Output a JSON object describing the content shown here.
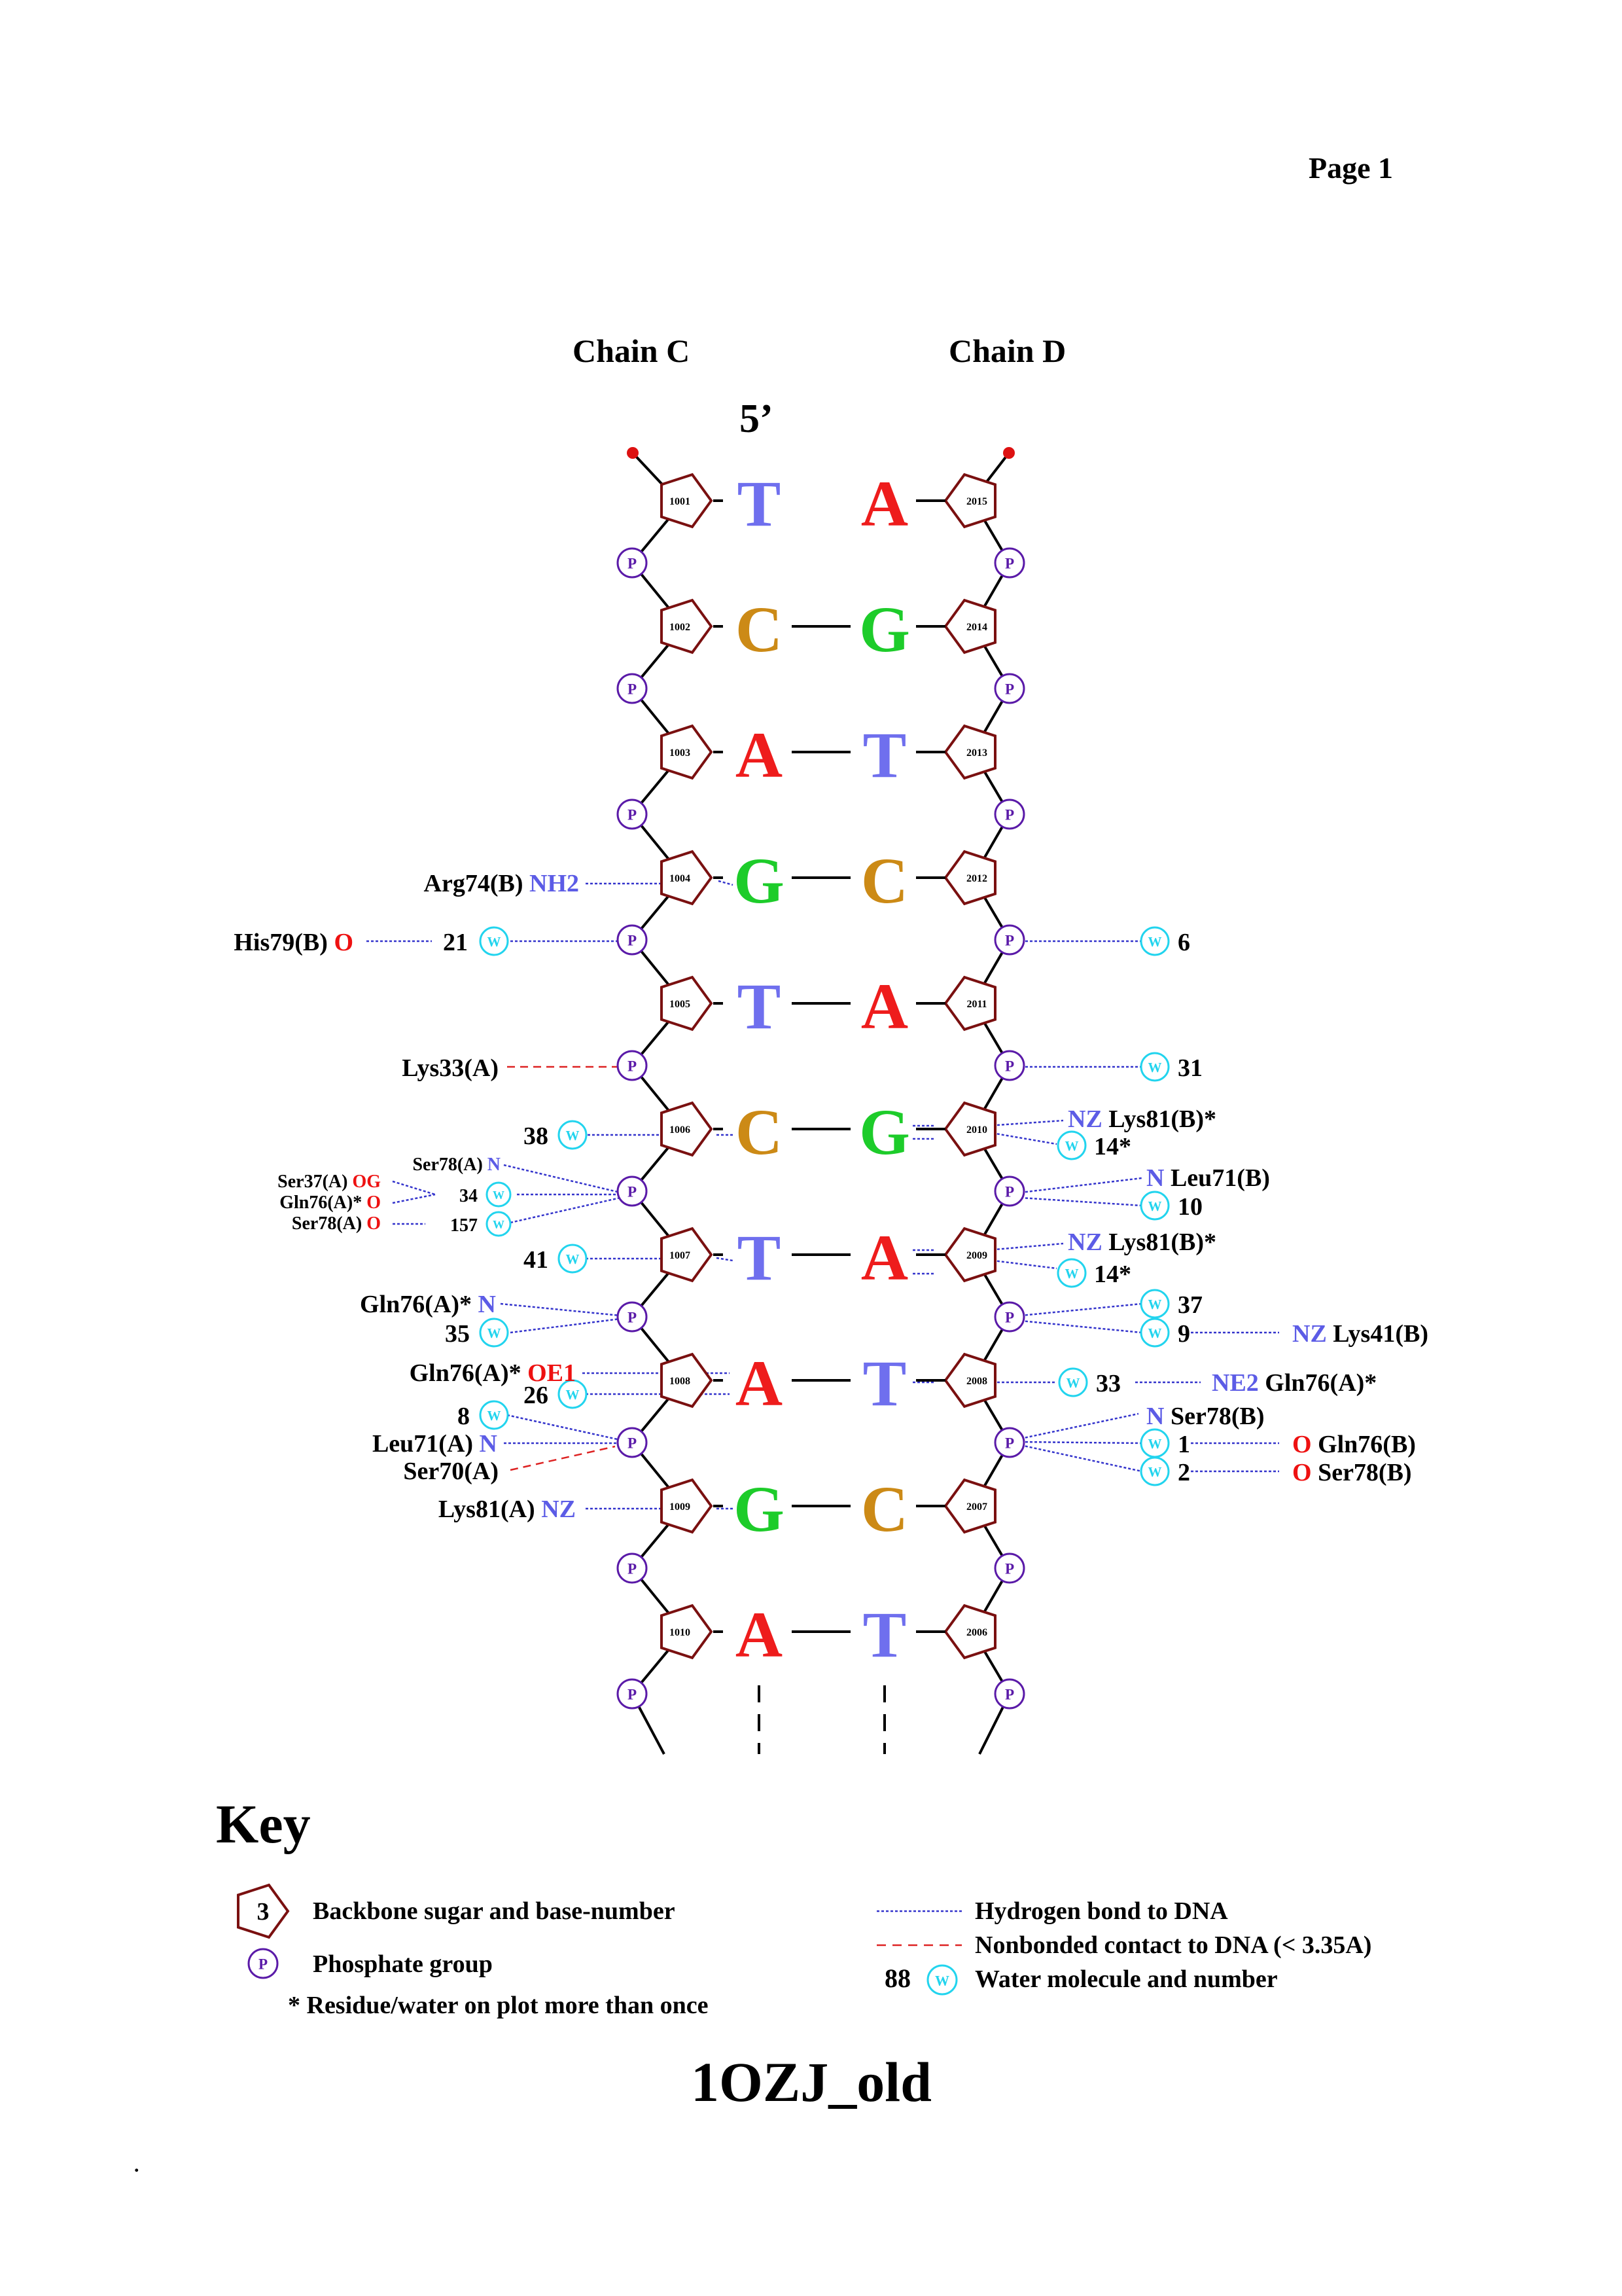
{
  "page_label": "Page 1",
  "chain_c_label": "Chain C",
  "chain_d_label": "Chain D",
  "five_prime": "5’",
  "title": "1OZJ_old",
  "footer_dot": ".",
  "colors": {
    "A": "#ee1c1c",
    "T": "#6f6fee",
    "G": "#1dcc2a",
    "C": "#cc8a16",
    "sugar": "#7a1010",
    "phosphate": "#5a1aa8",
    "water": "#22d4ee",
    "hbond": "#3434cc",
    "nonbonded": "#dd2222",
    "atom_red": "#ee1111",
    "atom_blue": "#5c5ce6"
  },
  "pairs": [
    {
      "c_num": "1001",
      "c_base": "T",
      "d_base": "A",
      "d_num": "2015",
      "bond": false
    },
    {
      "c_num": "1002",
      "c_base": "C",
      "d_base": "G",
      "d_num": "2014",
      "bond": true
    },
    {
      "c_num": "1003",
      "c_base": "A",
      "d_base": "T",
      "d_num": "2013",
      "bond": true
    },
    {
      "c_num": "1004",
      "c_base": "G",
      "d_base": "C",
      "d_num": "2012",
      "bond": true
    },
    {
      "c_num": "1005",
      "c_base": "T",
      "d_base": "A",
      "d_num": "2011",
      "bond": true
    },
    {
      "c_num": "1006",
      "c_base": "C",
      "d_base": "G",
      "d_num": "2010",
      "bond": true
    },
    {
      "c_num": "1007",
      "c_base": "T",
      "d_base": "A",
      "d_num": "2009",
      "bond": true
    },
    {
      "c_num": "1008",
      "c_base": "A",
      "d_base": "T",
      "d_num": "2008",
      "bond": true
    },
    {
      "c_num": "1009",
      "c_base": "G",
      "d_base": "C",
      "d_num": "2007",
      "bond": true
    },
    {
      "c_num": "1010",
      "c_base": "A",
      "d_base": "T",
      "d_num": "2006",
      "bond": true
    }
  ],
  "phosphate_symbol": "P",
  "water_symbol": "W",
  "waters": [
    "21",
    "6",
    "31",
    "38",
    "14*",
    "34",
    "157",
    "10",
    "41",
    "14*",
    "35",
    "37",
    "9",
    "26",
    "33",
    "8",
    "1",
    "2"
  ],
  "residues": [
    "Arg74(B)",
    "His79(B)",
    "Lys33(A)",
    "Lys81(B)*",
    "Ser78(A)",
    "Ser37(A)",
    "Gln76(A)*",
    "Ser78(A)",
    "Leu71(B)",
    "Lys81(B)*",
    "Gln76(A)*",
    "Lys41(B)",
    "Gln76(A)*",
    "Gln76(A)*",
    "Ser78(B)",
    "Leu71(A)",
    "Gln76(B)",
    "Ser70(A)",
    "Ser78(B)",
    "Lys81(A)"
  ],
  "atoms": [
    "NH2",
    "O",
    "NZ",
    "N",
    "OG",
    "O",
    "O",
    "N",
    "NZ",
    "N",
    "NZ",
    "OE1",
    "NE2",
    "N",
    "N",
    "O",
    "O",
    "NZ"
  ],
  "key": {
    "heading": "Key",
    "sugar_example": "3",
    "sugar_text": "Backbone sugar and base-number",
    "phosphate_text": "Phosphate group",
    "star_text": "* Residue/water on plot more than once",
    "hbond_text": "Hydrogen bond to DNA",
    "nonbonded_text": "Nonbonded contact to DNA (< 3.35A)",
    "water_example": "88",
    "water_text": "Water molecule and number"
  }
}
